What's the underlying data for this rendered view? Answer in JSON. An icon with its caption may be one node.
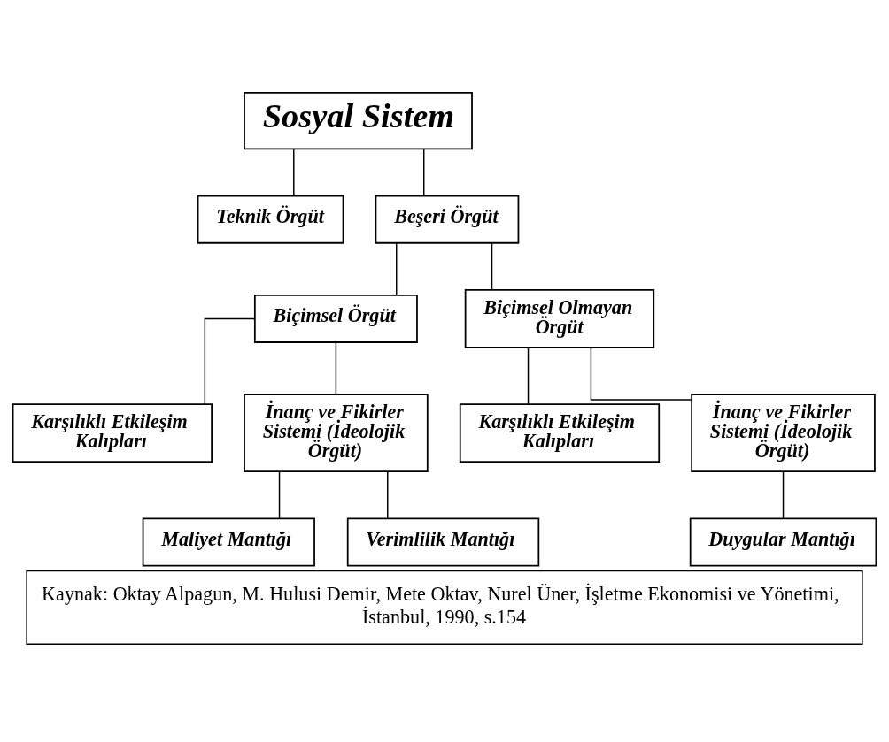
{
  "diagram": {
    "caption": "Kaynak: Oktay Alpagun, M. Hulusi Demir, Mete Oktav, Nurel Üner, İşletme Ekonomisi ve Yönetimi, İstanbul, 1990, s.154",
    "nodes": [
      {
        "text": [
          "Sosyal Sistem"
        ]
      },
      {
        "text": [
          "Teknik Örgüt"
        ]
      },
      {
        "text": [
          "Beşeri Örgüt"
        ]
      },
      {
        "text": [
          "Biçimsel Örgüt"
        ]
      },
      {
        "text": [
          "Biçimsel Olmayan Örgüt"
        ]
      },
      {
        "text": [
          "Karşılıklı Etkileşim Kalıpları"
        ]
      },
      {
        "text": [
          "İnanç ve Fikirler Sistemi (İdeolojik Örgüt)"
        ]
      },
      {
        "text": [
          "Karşılıklı Etkileşim Kalıpları"
        ]
      },
      {
        "text": [
          "İnanç ve Fikirler Sistemi (İdeolojik Örgüt)"
        ]
      },
      {
        "text": [
          "Maliyet Mantığı"
        ]
      },
      {
        "text": [
          "Verimlilik Mantığı"
        ]
      },
      {
        "text": [
          "Duygular Mantığı"
        ]
      }
    ],
    "edges": [
      {
        "from": 0,
        "to": 1,
        "arrow": "none"
      },
      {
        "from": 0,
        "to": 2,
        "arrow": "none"
      },
      {
        "from": 2,
        "to": 3,
        "arrow": "none"
      },
      {
        "from": 2,
        "to": 4,
        "arrow": "none"
      },
      {
        "from": 3,
        "to": 5,
        "arrow": "none"
      },
      {
        "from": 3,
        "to": 6,
        "arrow": "none"
      },
      {
        "from": 4,
        "to": 7,
        "arrow": "none"
      },
      {
        "from": 4,
        "to": 8,
        "arrow": "none"
      },
      {
        "from": 6,
        "to": 9,
        "arrow": "none"
      },
      {
        "from": 6,
        "to": 10,
        "arrow": "none"
      },
      {
        "from": 8,
        "to": 11,
        "arrow": "none"
      }
    ]
  }
}
